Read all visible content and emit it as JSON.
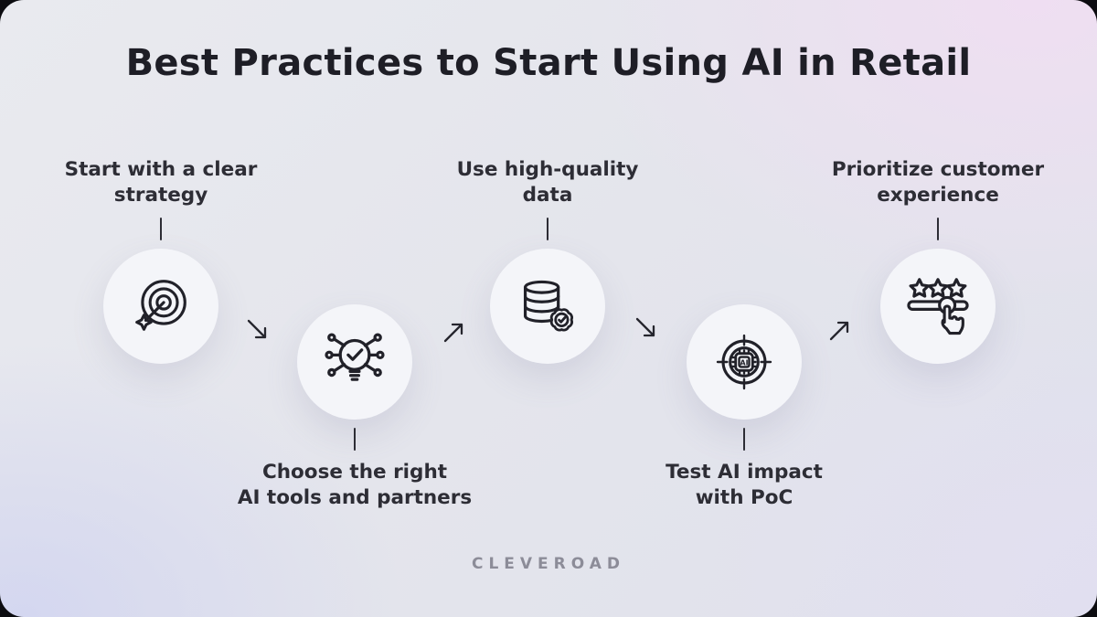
{
  "title": "Best Practices to Start Using AI in Retail",
  "watermark": "CLEVEROAD",
  "ai_chip_label": "AI",
  "steps": [
    {
      "label_line1": "Start with a clear",
      "label_line2": "strategy",
      "icon": "target-dart",
      "row": "top"
    },
    {
      "label_line1": "Choose the right",
      "label_line2": "AI tools and partners",
      "icon": "bulb-network",
      "row": "bottom"
    },
    {
      "label_line1": "Use high-quality",
      "label_line2": "data",
      "icon": "database-check",
      "row": "top"
    },
    {
      "label_line1": "Test AI impact",
      "label_line2": "with PoC",
      "icon": "ai-chip-target",
      "row": "bottom"
    },
    {
      "label_line1": "Prioritize customer",
      "label_line2": "experience",
      "icon": "stars-slider-hand",
      "row": "top"
    }
  ],
  "arrows": [
    "down-right",
    "up-right",
    "down-right",
    "up-right"
  ],
  "colors": {
    "ink": "#212129",
    "label_text": "#2d2d35",
    "watermark_text": "#8c8c98",
    "circle_fill": "#f4f5f9"
  }
}
